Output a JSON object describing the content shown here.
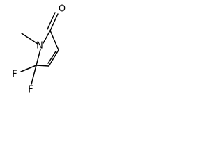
{
  "molecule": {
    "atoms": {
      "oxygen": "O",
      "nitrogen": "N",
      "fluorine_1": "F",
      "fluorine_2": "F"
    },
    "colors": {
      "bond": "#000000",
      "label": "#000000",
      "background": "#ffffff"
    }
  }
}
